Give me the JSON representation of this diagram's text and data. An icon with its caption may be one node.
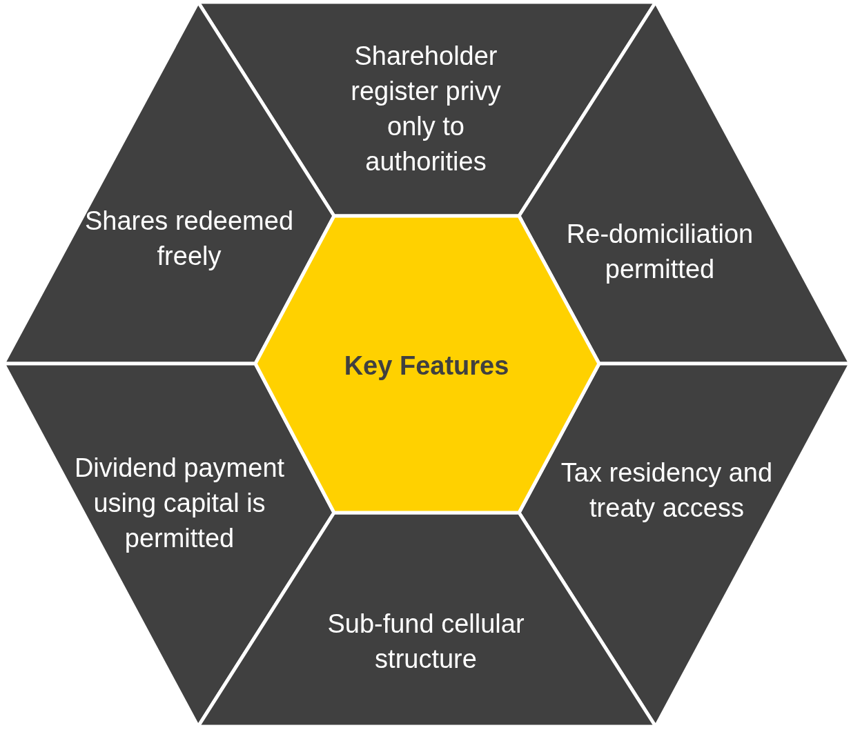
{
  "diagram": {
    "nodes": [
      {
        "text": [
          "Shareholder register privy only to authorities"
        ]
      },
      {
        "text": [
          "Shares redeemed freely"
        ]
      },
      {
        "text": [
          "Re-domiciliation permitted"
        ]
      },
      {
        "text": [
          "Key Features"
        ]
      },
      {
        "text": [
          "Dividend payment using capital is permitted"
        ]
      },
      {
        "text": [
          "Tax residency and treaty access"
        ]
      },
      {
        "text": [
          "Sub-fund cellular structure"
        ]
      }
    ],
    "edges": []
  }
}
